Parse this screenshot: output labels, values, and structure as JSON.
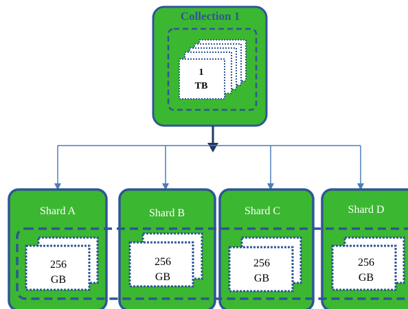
{
  "collection": {
    "title": "Collection 1",
    "size_line1": "1",
    "size_line2": "TB"
  },
  "shards": [
    {
      "name": "Shard A",
      "size_line1": "256",
      "size_line2": "GB"
    },
    {
      "name": "Shard B",
      "size_line1": "256",
      "size_line2": "GB"
    },
    {
      "name": "Shard C",
      "size_line1": "256",
      "size_line2": "GB"
    },
    {
      "name": "Shard D",
      "size_line1": "256",
      "size_line2": "GB"
    }
  ],
  "colors": {
    "box_fill": "#3cb731",
    "box_border": "#2f5597",
    "connector": "#4a7ebb",
    "arrow_head": "#1f3864"
  }
}
